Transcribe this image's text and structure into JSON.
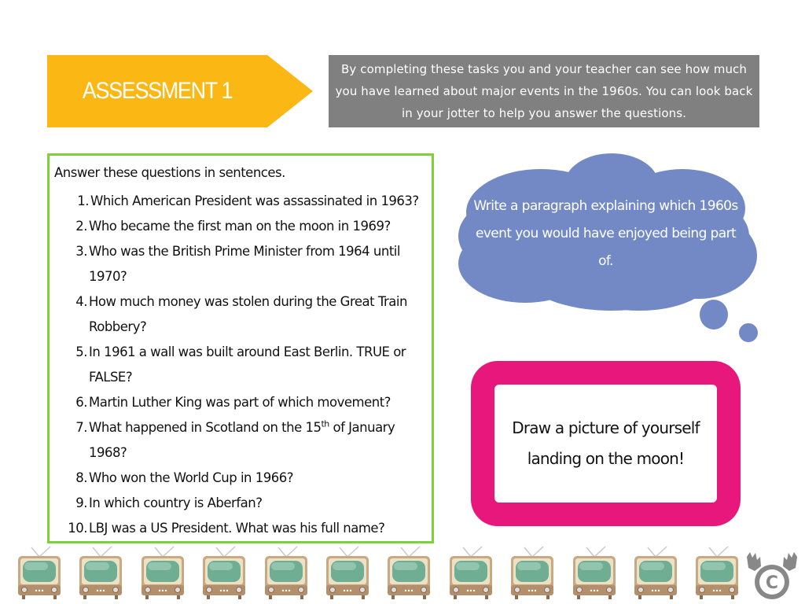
{
  "header": {
    "title": "ASSESSMENT 1",
    "intro": "By completing these tasks you and your teacher can see how much you have learned about major events in the 1960s. You can look back in your jotter to help you answer the questions."
  },
  "questions": {
    "instruction": "Answer these questions in sentences.",
    "items": [
      {
        "num": "1.",
        "text": "Which American President was assassinated in 1963?"
      },
      {
        "num": "2.",
        "text": "Who became the first man on the moon in 1969?"
      },
      {
        "num": "3.",
        "text": "Who was the British Prime Minister from 1964 until 1970?"
      },
      {
        "num": "4.",
        "text": "How much money was stolen during the Great Train Robbery?"
      },
      {
        "num": "5.",
        "text": "In 1961 a wall was built around East Berlin. TRUE or FALSE?"
      },
      {
        "num": "6.",
        "text": "Martin Luther King was part of which movement?"
      },
      {
        "num": "7.",
        "text_before": "What happened in Scotland on the 15",
        "sup": "th",
        "text_after": " of January 1968?"
      },
      {
        "num": "8.",
        "text": "Who won the World Cup in 1966?"
      },
      {
        "num": "9.",
        "text": "In which country is Aberfan?"
      },
      {
        "num": "10.",
        "text": "LBJ was a US President. What was his full name?"
      }
    ]
  },
  "cloud_task": {
    "text": "Write a paragraph explaining which 1960s event you would have enjoyed being part of."
  },
  "draw_task": {
    "text": "Draw a picture of yourself landing on the moon!"
  },
  "footer": {
    "tv_icon": "retro-tv-icon",
    "tv_count": 12,
    "logo": "moose-copyright-logo"
  },
  "colors": {
    "banner": "#fbb713",
    "intro_bg": "#808080",
    "questions_border": "#7dd23a",
    "cloud": "#7289c6",
    "draw_border": "#e8177c"
  }
}
